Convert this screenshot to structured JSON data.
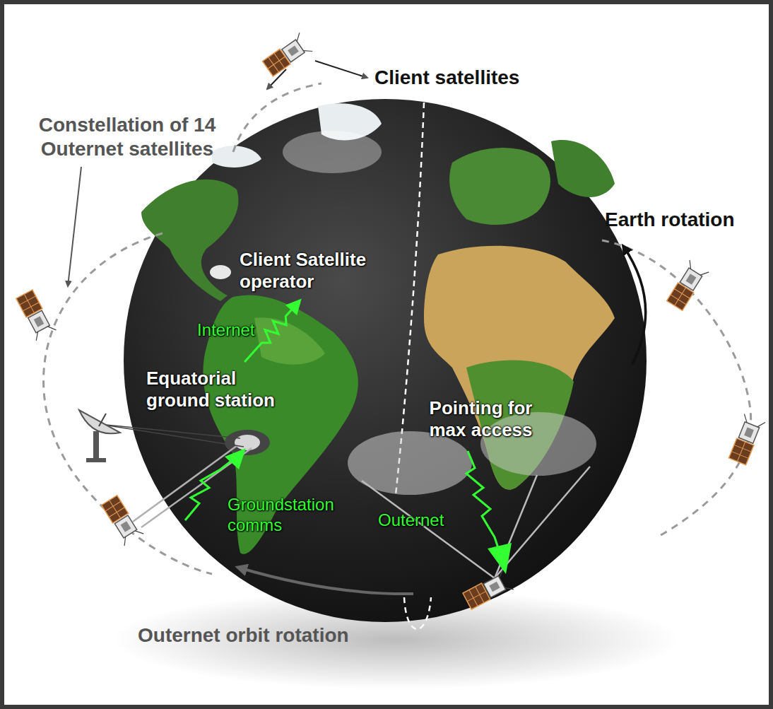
{
  "diagram": {
    "nodes": [
      {
        "text": [
          "Client Satellite operator"
        ]
      },
      {
        "text": [
          "Equatorial ground station"
        ]
      },
      {
        "text": [
          "Pointing for max access"
        ]
      }
    ],
    "edges": [
      {
        "from": 1,
        "to": 0,
        "label": "Internet",
        "arrow": "to"
      }
    ],
    "labels": [
      "Client satellites",
      "Constellation of 14 Outernet satellites",
      "Earth rotation",
      "Groundstation comms",
      "Outernet",
      "Outernet orbit rotation"
    ]
  }
}
